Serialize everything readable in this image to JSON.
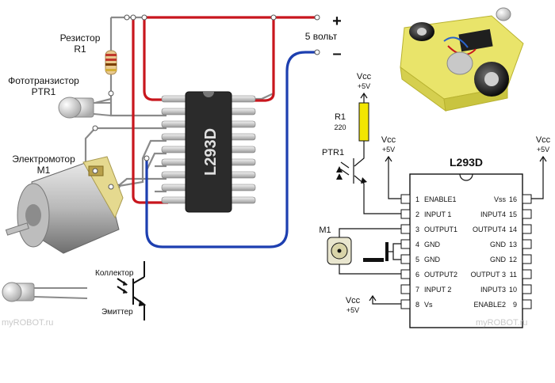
{
  "labels": {
    "resistor": "Резистор",
    "resistor_id": "R1",
    "phototransistor": "Фототранзистор",
    "phototransistor_id": "PTR1",
    "motor": "Электромотор",
    "motor_id": "M1",
    "plus": "+",
    "minus": "–",
    "voltage": "5 вольт",
    "chip_name": "L293D",
    "collector": "Коллектор",
    "emitter": "Эмиттер"
  },
  "schematic": {
    "title": "L293D",
    "vcc_label": "Vcc",
    "vcc_value": "+5V",
    "r1_id": "R1",
    "r1_value": "220",
    "ptr_id": "PTR1",
    "motor_id": "M1",
    "pins_left": [
      {
        "num": "1",
        "name": "ENABLE1"
      },
      {
        "num": "2",
        "name": "INPUT 1"
      },
      {
        "num": "3",
        "name": "OUTPUT1"
      },
      {
        "num": "4",
        "name": "GND"
      },
      {
        "num": "5",
        "name": "GND"
      },
      {
        "num": "6",
        "name": "OUTPUT2"
      },
      {
        "num": "7",
        "name": "INPUT 2"
      },
      {
        "num": "8",
        "name": "Vs"
      }
    ],
    "pins_right": [
      {
        "num": "16",
        "name": "Vss"
      },
      {
        "num": "15",
        "name": "INPUT4"
      },
      {
        "num": "14",
        "name": "OUTPUT4"
      },
      {
        "num": "13",
        "name": "GND"
      },
      {
        "num": "12",
        "name": "GND"
      },
      {
        "num": "11",
        "name": "OUTPUT 3"
      },
      {
        "num": "10",
        "name": "INPUT3"
      },
      {
        "num": "9",
        "name": "ENABLE2"
      }
    ]
  },
  "watermarks": [
    "myROBOT.ru",
    "myROBOT.ru"
  ],
  "colors": {
    "red_wire": "#c8161d",
    "blue_wire": "#1d3fb0",
    "chip_body": "#2b2b2b",
    "resistor_yellow": "#f2e600",
    "robot_yellow": "#e9e46a"
  }
}
